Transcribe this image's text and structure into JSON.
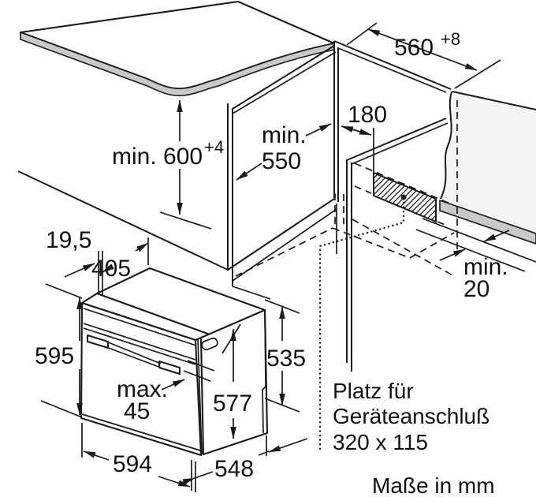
{
  "drawing": {
    "title_hint": "oven-niche-installation-diagram",
    "units_note": "Maße in mm",
    "connection_label": {
      "line1": "Platz für",
      "line2": "Geräteanschluß",
      "line3": "320 x 115"
    },
    "dimensions": {
      "niche_height": {
        "value": "min. 600",
        "tolerance": "+4"
      },
      "niche_width": {
        "value": "560",
        "tolerance": "+8"
      },
      "connection_offset": "180",
      "niche_depth": {
        "line1": "min.",
        "line2": "550"
      },
      "rear_gap": {
        "line1": "min.",
        "line2": "20"
      },
      "frame_overhang": "19,5",
      "top_offset": "405",
      "front_height": "595",
      "body_height": "535",
      "depth_with_door": "577",
      "handle_protrusion": {
        "line1": "max.",
        "line2": "45"
      },
      "front_width": "594",
      "body_depth": "548"
    },
    "colors": {
      "line": "#1a1a1a",
      "worktop_gray": "#c9c9c9",
      "wall_gray": "#f4f4f4"
    }
  }
}
